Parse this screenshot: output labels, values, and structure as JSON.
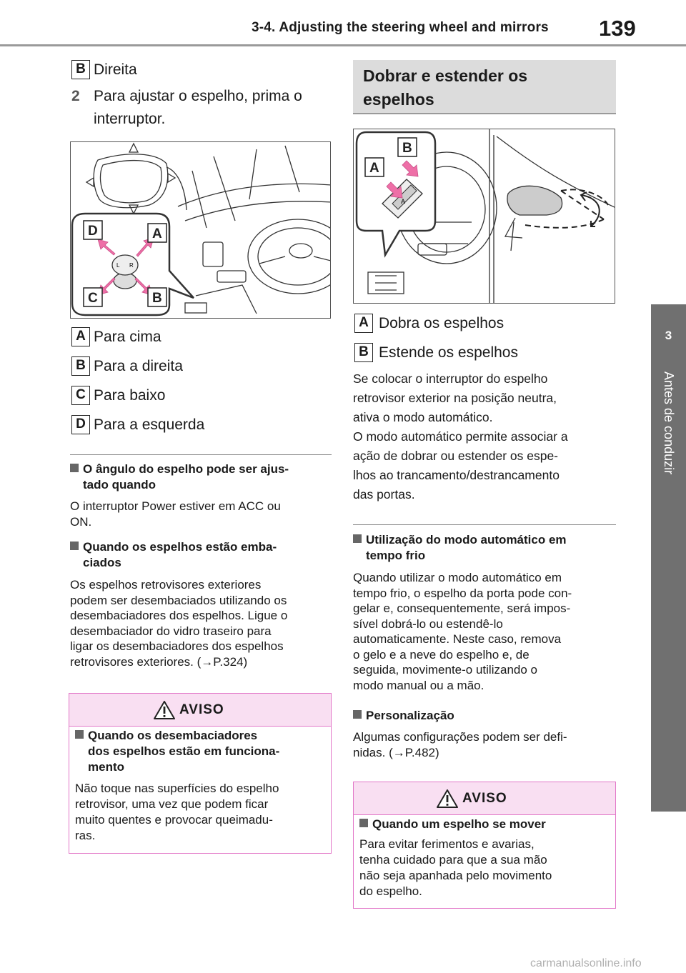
{
  "header": {
    "title": "3-4. Adjusting the steering wheel and mirrors",
    "page_number": "139"
  },
  "side_tab": {
    "number": "3",
    "label": "Antes de conduzir"
  },
  "left_column": {
    "item_b_badge": "B",
    "item_b_text": "Direita",
    "step_number": "2",
    "step_text_line1": "Para ajustar o espelho, prima o",
    "step_text_line2": "interruptor.",
    "figure1_labels": {
      "d": "D",
      "a": "A",
      "c": "C",
      "b": "B",
      "l": "L",
      "r": "R"
    },
    "legend": [
      {
        "badge": "A",
        "text": "Para cima"
      },
      {
        "badge": "B",
        "text": "Para a direita"
      },
      {
        "badge": "C",
        "text": "Para baixo"
      },
      {
        "badge": "D",
        "text": "Para a esquerda"
      }
    ],
    "section1": {
      "heading_line1": "O ângulo do espelho pode ser ajus-",
      "heading_line2": "tado quando",
      "body_line1": "O interruptor Power estiver em ACC ou",
      "body_line2": "ON."
    },
    "section2": {
      "heading_line1": "Quando os espelhos estão emba-",
      "heading_line2": "ciados",
      "body_lines": [
        "Os espelhos retrovisores exteriores",
        "podem ser desembaciados utilizando os",
        "desembaciadores dos espelhos. Ligue o",
        "desembaciador do vidro traseiro para",
        "ligar os desembaciadores dos espelhos",
        "retrovisores exteriores. (→P.324)"
      ]
    },
    "aviso": {
      "title": "AVISO",
      "sub_line1": "Quando os desembaciadores",
      "sub_line2": "dos espelhos estão em funciona-",
      "sub_line3": "mento",
      "body_lines": [
        "Não toque nas superfícies do espelho",
        "retrovisor, uma vez que podem ficar",
        "muito quentes e provocar queimadu-",
        "ras."
      ]
    }
  },
  "right_column": {
    "box_title_line1": "Dobrar e estender os",
    "box_title_line2": "espelhos",
    "figure2_labels": {
      "a": "A",
      "b": "B",
      "small_a": "A"
    },
    "legend": [
      {
        "badge": "A",
        "text": "Dobra os espelhos"
      },
      {
        "badge": "B",
        "text": "Estende os espelhos"
      }
    ],
    "paragraph_lines": [
      "Se colocar o interruptor do espelho",
      "retrovisor exterior na posição neutra,",
      "ativa o modo automático.",
      "O modo automático permite associar a",
      "ação de dobrar ou estender os espe-",
      "lhos ao trancamento/destrancamento",
      "das portas."
    ],
    "section3": {
      "heading_line1": "Utilização do modo automático em",
      "heading_line2": "tempo frio",
      "body_lines": [
        "Quando utilizar o modo automático em",
        "tempo frio, o espelho da porta pode con-",
        "gelar e, consequentemente, será impos-",
        "sível dobrá-lo ou estendê-lo",
        "automaticamente. Neste caso, remova",
        "o gelo e a neve do espelho e, de",
        "seguida, movimente-o utilizando o",
        "modo manual ou a mão."
      ]
    },
    "section4": {
      "heading": "Personalização",
      "body_line1": "Algumas configurações podem ser defi-",
      "body_line2": "nidas. (→P.482)"
    },
    "aviso": {
      "title": "AVISO",
      "sub_line1": "Quando um espelho se mover",
      "body_lines": [
        "Para evitar ferimentos e avarias,",
        "tenha cuidado para que a sua mão",
        "não seja apanhada pelo movimento",
        "do espelho."
      ]
    }
  },
  "footer": {
    "watermark": "carmanualsonline.info"
  },
  "colors": {
    "side_tab": "#707070",
    "aviso_border": "#e277c8",
    "aviso_header_bg": "#f9dff2",
    "arrow_pink": "#ee6fa7",
    "gray_box": "#dcdcdc"
  }
}
